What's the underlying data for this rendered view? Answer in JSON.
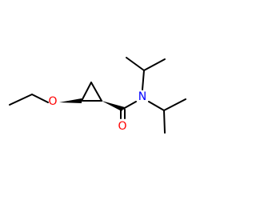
{
  "molecule": {
    "atoms": {
      "O_ether": "O",
      "N_amide": "N",
      "O_carbonyl": "O"
    },
    "colors": {
      "bond": "#000000",
      "oxygen": "#ff0000",
      "nitrogen": "#0000ff",
      "background": "#ffffff"
    }
  }
}
